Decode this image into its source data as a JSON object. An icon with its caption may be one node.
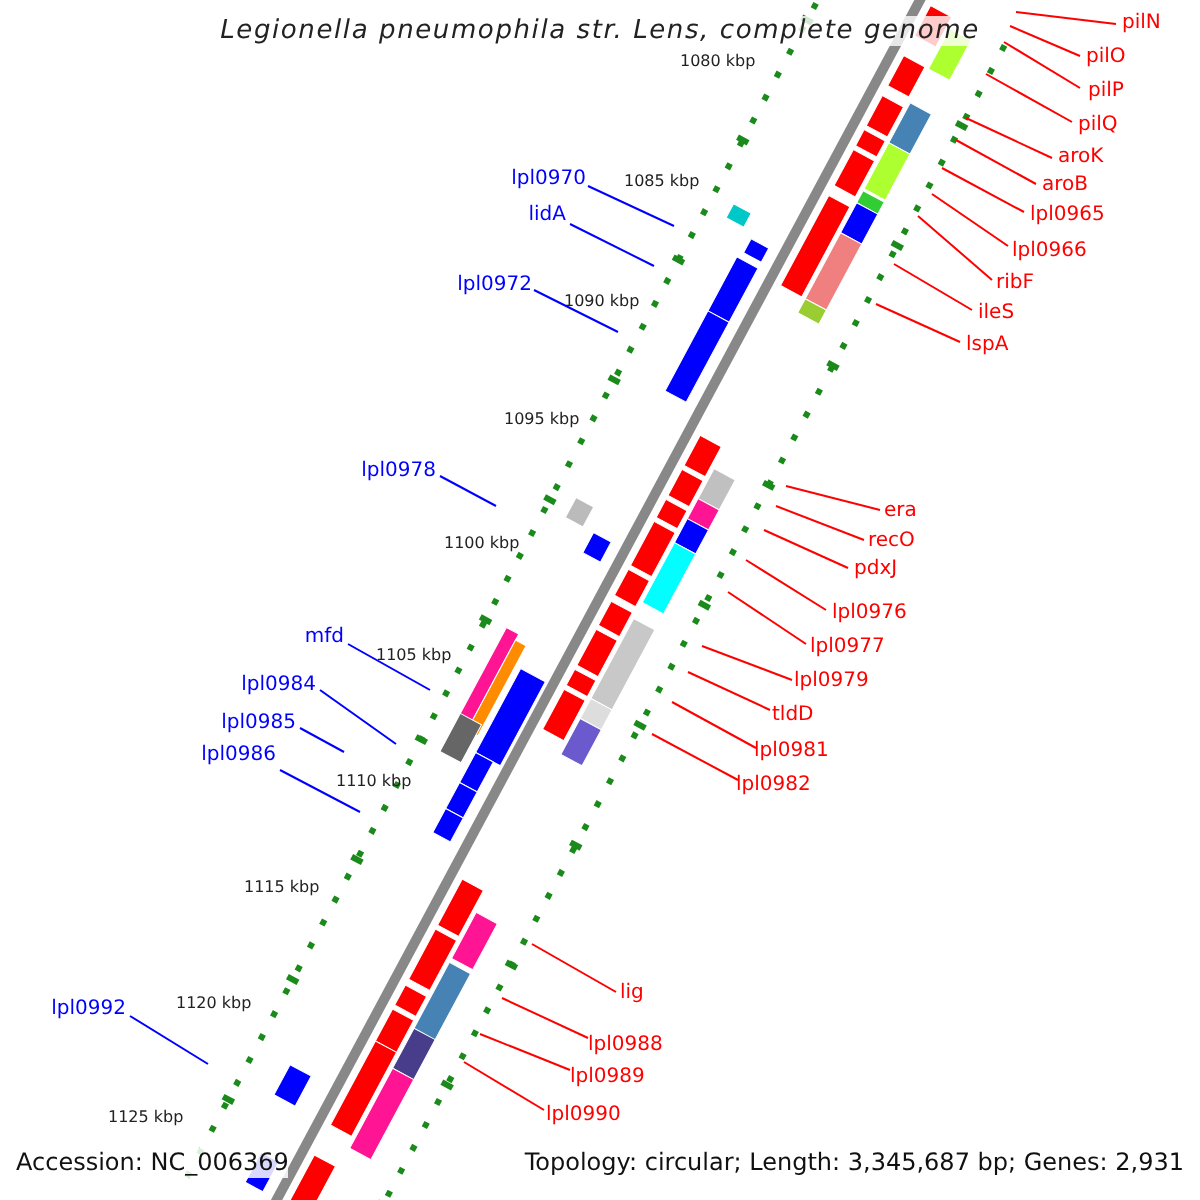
{
  "diagram": {
    "title": "Legionella pneumophila str. Lens, complete genome",
    "nodes": [
      {
        "text": [
          "pilN"
        ]
      },
      {
        "text": [
          "pilO"
        ]
      },
      {
        "text": [
          "pilP"
        ]
      },
      {
        "text": [
          "pilQ"
        ]
      },
      {
        "text": [
          "aroK"
        ]
      },
      {
        "text": [
          "lpl0970"
        ]
      },
      {
        "text": [
          "aroB"
        ]
      },
      {
        "text": [
          "lidA"
        ]
      },
      {
        "text": [
          "lpl0965"
        ]
      },
      {
        "text": [
          "lpl0966"
        ]
      },
      {
        "text": [
          "ribF"
        ]
      },
      {
        "text": [
          "lpl0972"
        ]
      },
      {
        "text": [
          "ileS"
        ]
      },
      {
        "text": [
          "lspA"
        ]
      },
      {
        "text": [
          "lpl0978"
        ]
      },
      {
        "text": [
          "era"
        ]
      },
      {
        "text": [
          "recO"
        ]
      },
      {
        "text": [
          "pdxJ"
        ]
      },
      {
        "text": [
          "lpl0976"
        ]
      },
      {
        "text": [
          "mfd"
        ]
      },
      {
        "text": [
          "lpl0977"
        ]
      },
      {
        "text": [
          "lpl0979"
        ]
      },
      {
        "text": [
          "lpl0984"
        ]
      },
      {
        "text": [
          "tldD"
        ]
      },
      {
        "text": [
          "lpl0985"
        ]
      },
      {
        "text": [
          "lpl0981"
        ]
      },
      {
        "text": [
          "lpl0986"
        ]
      },
      {
        "text": [
          "lpl0982"
        ]
      },
      {
        "text": [
          "lig"
        ]
      },
      {
        "text": [
          "lpl0992"
        ]
      },
      {
        "text": [
          "lpl0988"
        ]
      },
      {
        "text": [
          "lpl0989"
        ]
      },
      {
        "text": [
          "lpl0990"
        ]
      }
    ],
    "edges": [
      {
        "from": 0,
        "to": null,
        "arrow": "none"
      },
      {
        "from": 1,
        "to": null,
        "arrow": "none"
      },
      {
        "from": 2,
        "to": null,
        "arrow": "none"
      },
      {
        "from": 3,
        "to": null,
        "arrow": "none"
      },
      {
        "from": 4,
        "to": null,
        "arrow": "none"
      },
      {
        "from": 5,
        "to": null,
        "arrow": "none",
        "color": "#0000ff"
      },
      {
        "from": 6,
        "to": null,
        "arrow": "none"
      },
      {
        "from": 7,
        "to": null,
        "arrow": "none",
        "color": "#0000ff"
      },
      {
        "from": 8,
        "to": null,
        "arrow": "none"
      },
      {
        "from": 9,
        "to": null,
        "arrow": "none"
      },
      {
        "from": 10,
        "to": null,
        "arrow": "none"
      },
      {
        "from": 11,
        "to": null,
        "arrow": "none",
        "color": "#0000ff"
      },
      {
        "from": 12,
        "to": null,
        "arrow": "none"
      },
      {
        "from": 13,
        "to": null,
        "arrow": "none"
      },
      {
        "from": 14,
        "to": null,
        "arrow": "none",
        "color": "#0000ff"
      },
      {
        "from": 15,
        "to": null,
        "arrow": "none"
      },
      {
        "from": 16,
        "to": null,
        "arrow": "none"
      },
      {
        "from": 17,
        "to": null,
        "arrow": "none"
      },
      {
        "from": 18,
        "to": null,
        "arrow": "none"
      },
      {
        "from": 19,
        "to": null,
        "arrow": "none",
        "color": "#0000ff"
      },
      {
        "from": 20,
        "to": null,
        "arrow": "none"
      },
      {
        "from": 21,
        "to": null,
        "arrow": "none"
      },
      {
        "from": 22,
        "to": null,
        "arrow": "none",
        "color": "#0000ff"
      },
      {
        "from": 23,
        "to": null,
        "arrow": "none"
      },
      {
        "from": 24,
        "to": null,
        "arrow": "none",
        "color": "#0000ff"
      },
      {
        "from": 25,
        "to": null,
        "arrow": "none"
      },
      {
        "from": 26,
        "to": null,
        "arrow": "none",
        "color": "#0000ff"
      },
      {
        "from": 27,
        "to": null,
        "arrow": "none"
      },
      {
        "from": 28,
        "to": null,
        "arrow": "none"
      },
      {
        "from": 29,
        "to": null,
        "arrow": "none",
        "color": "#0000ff"
      },
      {
        "from": 30,
        "to": null,
        "arrow": "none"
      },
      {
        "from": 31,
        "to": null,
        "arrow": "none"
      },
      {
        "from": 32,
        "to": null,
        "arrow": "none"
      }
    ],
    "labels": [
      "1080 kbp",
      "1085 kbp",
      "1090 kbp",
      "1095 kbp",
      "1100 kbp",
      "1105 kbp",
      "1110 kbp",
      "1115 kbp",
      "1120 kbp",
      "1125 kbp",
      "Accession: NC_006369",
      "Topology: circular; Length: 3,345,687 bp; Genes: 2,931"
    ]
  }
}
